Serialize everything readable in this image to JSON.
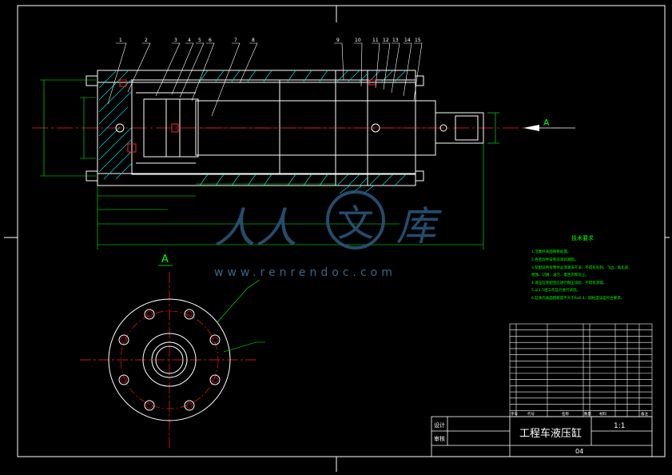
{
  "drawing": {
    "title": "工程车液压缸",
    "scale": "1:1",
    "drawing_no": "04",
    "label_design": "设计",
    "label_check": "审核",
    "view_label": "A",
    "section_arrow_label": "A"
  },
  "part_numbers": [
    "1",
    "2",
    "3",
    "4",
    "5",
    "6",
    "7",
    "8",
    "9",
    "10",
    "11",
    "12",
    "13",
    "14",
    "15"
  ],
  "tech_req": {
    "heading": "技术要求",
    "lines": [
      "1.活塞杆表面镀铬处理。",
      "2.各密封件安装前涂润滑脂。",
      "3.装配前所有零件必须清洗干净，不得有毛刺、飞边、氧化皮。",
      "锈蚀、切屑、油污、着色剂和灰尘。",
      "4.液压缸装配后应进行耐压试验，不得有渗漏。",
      "5.以1.5倍工作压力进行试验。",
      "6.缸体内表面粗糙度不大于Ra0.4，圆柱度误差符合要求。"
    ]
  },
  "bom_header": [
    "序号",
    "代号",
    "名称",
    "数量",
    "材料",
    "备注"
  ],
  "watermark": {
    "text1": "人人",
    "text2": "文",
    "text3": "库",
    "url": "www.renrendoc.com"
  },
  "colors": {
    "background": "#000000",
    "outline": "#ffffff",
    "dimension": "#00ff00",
    "centerline": "#ff2020",
    "hatch": "#00e0e0",
    "leader": "#00ff00",
    "watermark": "#2b5a80"
  }
}
